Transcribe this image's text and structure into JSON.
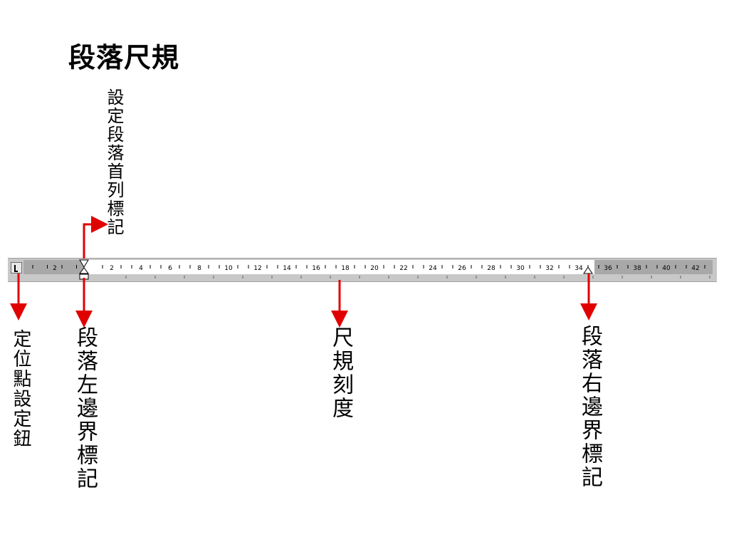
{
  "title": "段落尺規",
  "labels": {
    "first_line": "設定段落首列標記",
    "tab_button": "定位點設定鈕",
    "left_margin": "段落左邊界標記",
    "ruler_scale": "尺規刻度",
    "right_margin": "段落右邊界標記"
  },
  "ruler": {
    "left_labels": [
      "2"
    ],
    "labels": [
      "2",
      "4",
      "6",
      "8",
      "10",
      "12",
      "14",
      "16",
      "18",
      "20",
      "22",
      "24",
      "26",
      "28",
      "30",
      "32",
      "34",
      "36",
      "38",
      "40",
      "42"
    ]
  },
  "colors": {
    "arrow": "#e00000",
    "ruler_bg": "#c8c8c8"
  },
  "icons": [
    "tab-stop-icon",
    "first-line-indent-icon",
    "left-indent-icon",
    "right-indent-icon"
  ]
}
